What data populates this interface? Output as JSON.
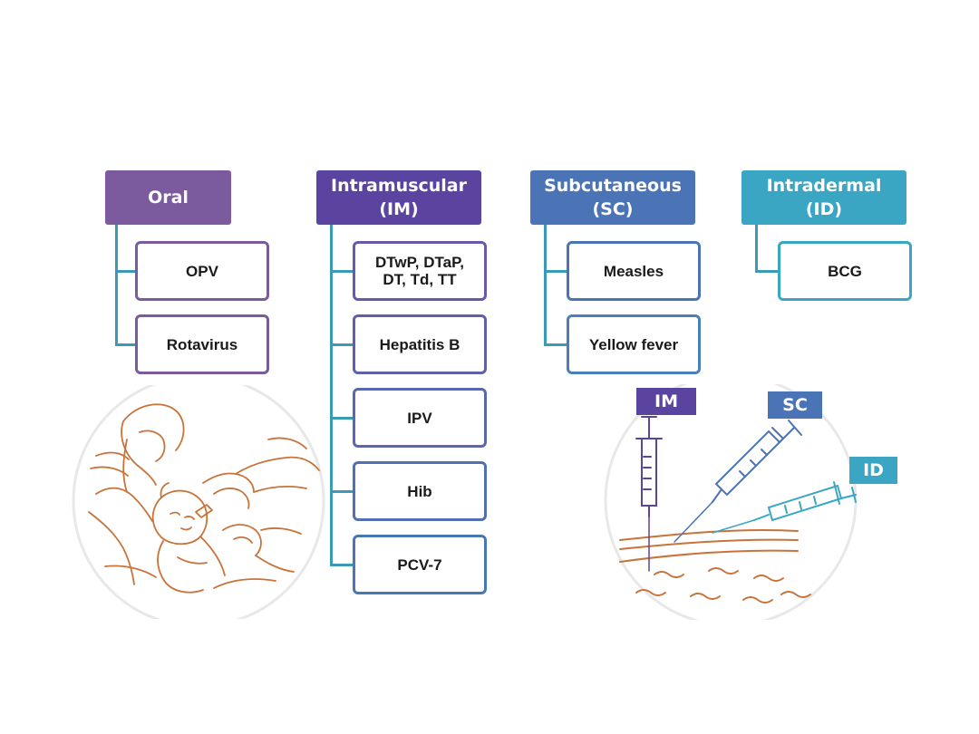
{
  "categories": [
    {
      "label": "Oral",
      "color": "#7b5a9e",
      "items": [
        "OPV",
        "Rotavirus"
      ]
    },
    {
      "label": "Intramuscular\n(IM)",
      "color": "#5a44a0",
      "items": [
        "DTwP, DTaP,\nDT, Td, TT",
        "Hepatitis B",
        "IPV",
        "Hib",
        "PCV-7"
      ]
    },
    {
      "label": "Subcutaneous\n(SC)",
      "color": "#4a74b6",
      "items": [
        "Measles",
        "Yellow fever"
      ]
    },
    {
      "label": "Intradermal\n(ID)",
      "color": "#3aa6c4",
      "items": [
        "BCG"
      ]
    }
  ],
  "injection_tags": {
    "im": "IM",
    "sc": "SC",
    "id": "ID"
  },
  "colors": {
    "connector": "#3a9ab8",
    "illustration_line": "#c8733a",
    "circle_border": "#e8e8e8"
  }
}
